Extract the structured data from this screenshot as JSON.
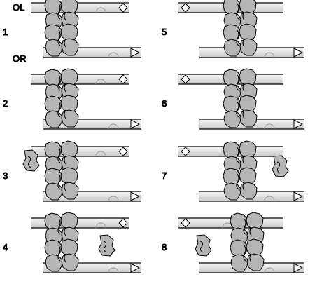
{
  "labels": {
    "top": "OL",
    "bottom": "OR"
  },
  "panels": [
    {
      "number": "1",
      "complex_position": "center",
      "monomer": "none"
    },
    {
      "number": "2",
      "complex_position": "center",
      "monomer": "none"
    },
    {
      "number": "3",
      "complex_position": "center",
      "monomer": "left"
    },
    {
      "number": "4",
      "complex_position": "center",
      "monomer": "right"
    },
    {
      "number": "5",
      "complex_position": "center",
      "monomer": "none"
    },
    {
      "number": "6",
      "complex_position": "center",
      "monomer": "none"
    },
    {
      "number": "7",
      "complex_position": "center",
      "monomer": "right"
    },
    {
      "number": "8",
      "complex_position": "right",
      "monomer": "left"
    }
  ],
  "colors": {
    "protein_fill": "#b5b5b5",
    "outline": "#000000",
    "strand_light": "#f7f7f7",
    "strand_dark": "#c9c9c9",
    "half_circle": "#999999"
  },
  "icons": {
    "top_marker": "diamond-icon",
    "bottom_marker": "triangle-icon"
  }
}
